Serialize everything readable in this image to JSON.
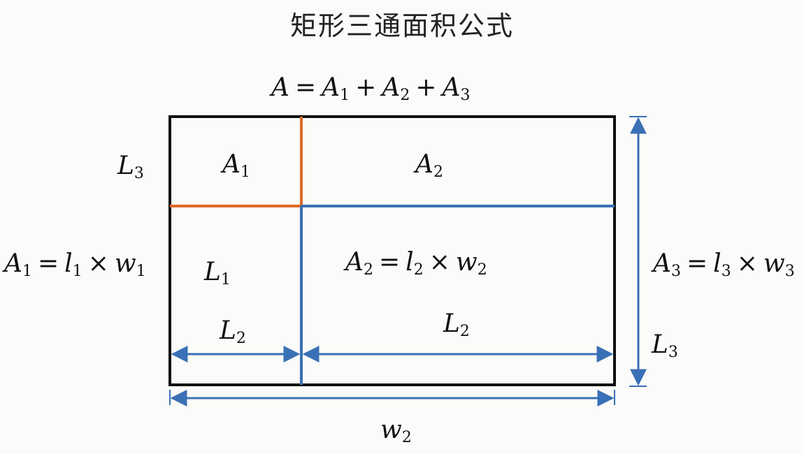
{
  "title": "矩形三通面积公式",
  "formula": {
    "lhs": "A",
    "eq": "=",
    "t1": "A",
    "t1_sub": "1",
    "plus1": "+",
    "t2": "A",
    "t2_sub": "2",
    "plus2": "+",
    "t3": "A",
    "t3_sub": "3"
  },
  "regions": {
    "a1": {
      "var": "A",
      "sub": "1"
    },
    "a2": {
      "var": "A",
      "sub": "2"
    }
  },
  "left_labels": {
    "l3": {
      "var": "L",
      "sub": "3"
    },
    "a1_formula": {
      "a": "A",
      "a_sub": "1",
      "eq": "=",
      "l": "l",
      "l_sub": "1",
      "times": "×",
      "w": "w",
      "w_sub": "1"
    }
  },
  "inner_labels": {
    "l1": {
      "var": "L",
      "sub": "1"
    },
    "a2_formula": {
      "a": "A",
      "a_sub": "2",
      "eq": "=",
      "l": "l",
      "l_sub": "2",
      "times": "×",
      "w": "w",
      "w_sub": "2"
    },
    "l2_left": {
      "var": "L",
      "sub": "2"
    },
    "l2_right": {
      "var": "L",
      "sub": "2"
    }
  },
  "right_labels": {
    "a3_formula": {
      "a": "A",
      "a_sub": "3",
      "eq": "=",
      "l": "l",
      "l_sub": "3",
      "times": "×",
      "w": "w",
      "w_sub": "3"
    },
    "l3": {
      "var": "L",
      "sub": "3"
    }
  },
  "bottom_label": {
    "var": "w",
    "sub": "2"
  },
  "colors": {
    "outline": "#111111",
    "orange": "#e06a28",
    "blue": "#3a70b5"
  }
}
